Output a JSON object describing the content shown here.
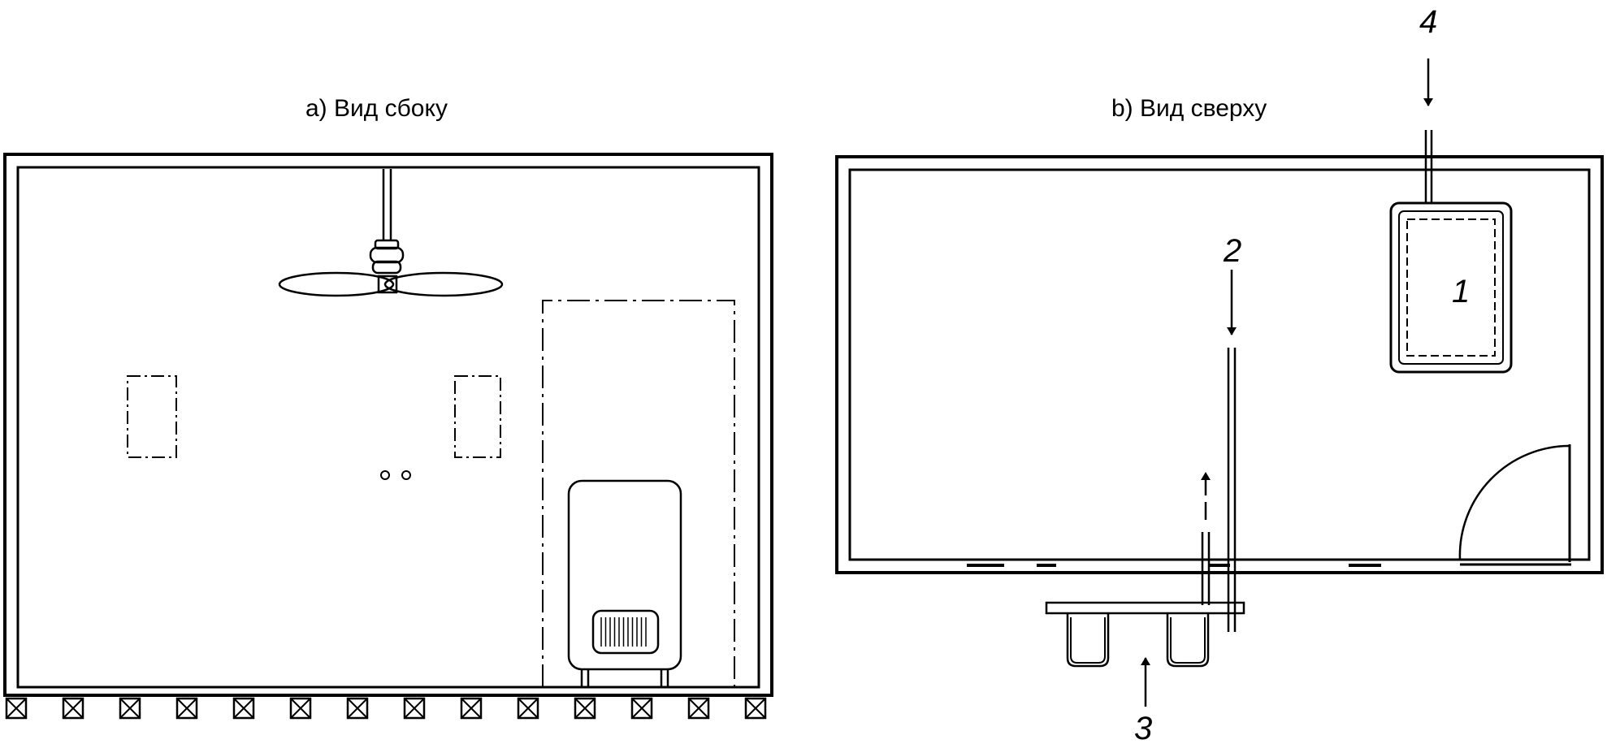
{
  "views": {
    "side": {
      "caption": "a) Вид сбоку"
    },
    "top": {
      "caption": "b) Вид сверху"
    }
  },
  "callouts": {
    "item_1": "1",
    "item_2": "2",
    "item_3": "3",
    "item_4": "4"
  }
}
